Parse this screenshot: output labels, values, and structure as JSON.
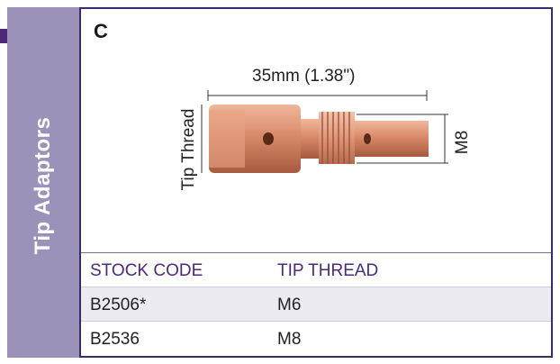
{
  "sidebar": {
    "title": "Tip Adaptors"
  },
  "panel": {
    "variant": "C",
    "diagram": {
      "length_label": "35mm (1.38\")",
      "thread_label": "Tip Thread",
      "diameter_label": "M8"
    }
  },
  "table": {
    "headers": [
      "STOCK CODE",
      "TIP THREAD"
    ],
    "rows": [
      [
        "B2506*",
        "M6"
      ],
      [
        "B2536",
        "M8"
      ]
    ]
  },
  "colors": {
    "sidebar": "#9b91b9",
    "border": "#3d2a6a",
    "header_text": "#4b2a7a",
    "copper": "#d98a6a"
  }
}
